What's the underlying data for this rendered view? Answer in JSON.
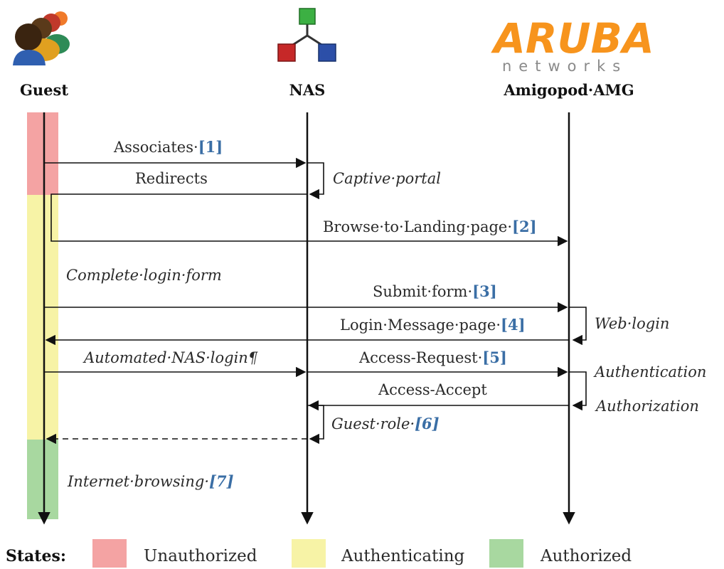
{
  "actors": {
    "guest": "Guest",
    "nas": "NAS",
    "amg": "Amigopod·AMG"
  },
  "logo": {
    "brand": "ARUBA",
    "sub": "networks"
  },
  "messages": {
    "associates": {
      "text": "Associates·",
      "ref": "[1]"
    },
    "redirects": {
      "text": "Redirects"
    },
    "captive_portal": {
      "text": "Captive·portal"
    },
    "browse": {
      "text": "Browse·to·Landing·page·",
      "ref": "[2]"
    },
    "complete_form": {
      "text": "Complete·login·form"
    },
    "submit": {
      "text": "Submit·form·",
      "ref": "[3]"
    },
    "web_login": {
      "text": "Web·login"
    },
    "login_message": {
      "text": "Login·Message·page·",
      "ref": "[4]"
    },
    "automated": {
      "text": "Automated·NAS·login¶"
    },
    "access_request": {
      "text": "Access-Request·",
      "ref": "[5]"
    },
    "authentication": {
      "text": "Authentication"
    },
    "access_accept": {
      "text": "Access-Accept"
    },
    "authorization": {
      "text": "Authorization"
    },
    "guest_role": {
      "text": "Guest·role·",
      "ref": "[6]"
    },
    "internet": {
      "text": "Internet·browsing·",
      "ref": "[7]"
    }
  },
  "legend": {
    "title": "States:",
    "items": [
      {
        "label": "Unauthorized",
        "color": "#f4a3a3"
      },
      {
        "label": "Authenticating",
        "color": "#f7f3a6"
      },
      {
        "label": "Authorized",
        "color": "#a8d8a0"
      }
    ]
  },
  "colors": {
    "unauthorized": "#f4a3a3",
    "authenticating": "#f7f3a6",
    "authorized": "#a8d8a0",
    "ref": "#3a6ea5",
    "aruba_orange": "#f7941d"
  }
}
